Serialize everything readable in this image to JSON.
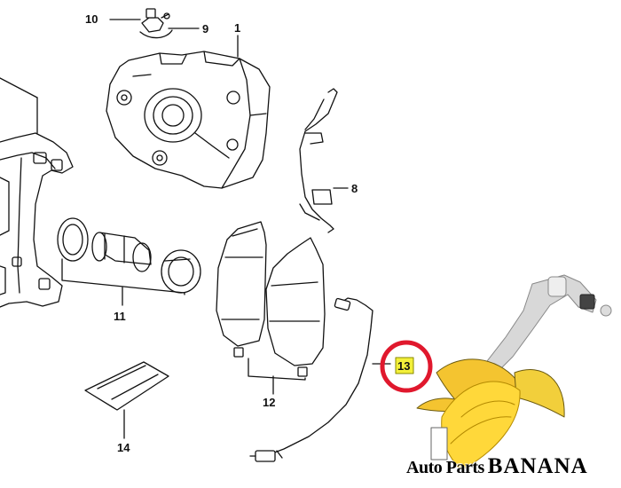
{
  "callouts": {
    "c1": "1",
    "c8": "8",
    "c9": "9",
    "c10": "10",
    "c11": "11",
    "c12": "12",
    "c13": "13",
    "c14": "14"
  },
  "highlight": {
    "label": "13",
    "ring_color": "#e0182d",
    "fill_color": "#f3f03a"
  },
  "watermark": {
    "prefix": "Auto Parts",
    "name": "BANANA"
  },
  "colors": {
    "line": "#111111",
    "banana_yellow": "#f4c430",
    "banana_dark": "#c99a10",
    "arm_gray": "#cfcfcf"
  }
}
